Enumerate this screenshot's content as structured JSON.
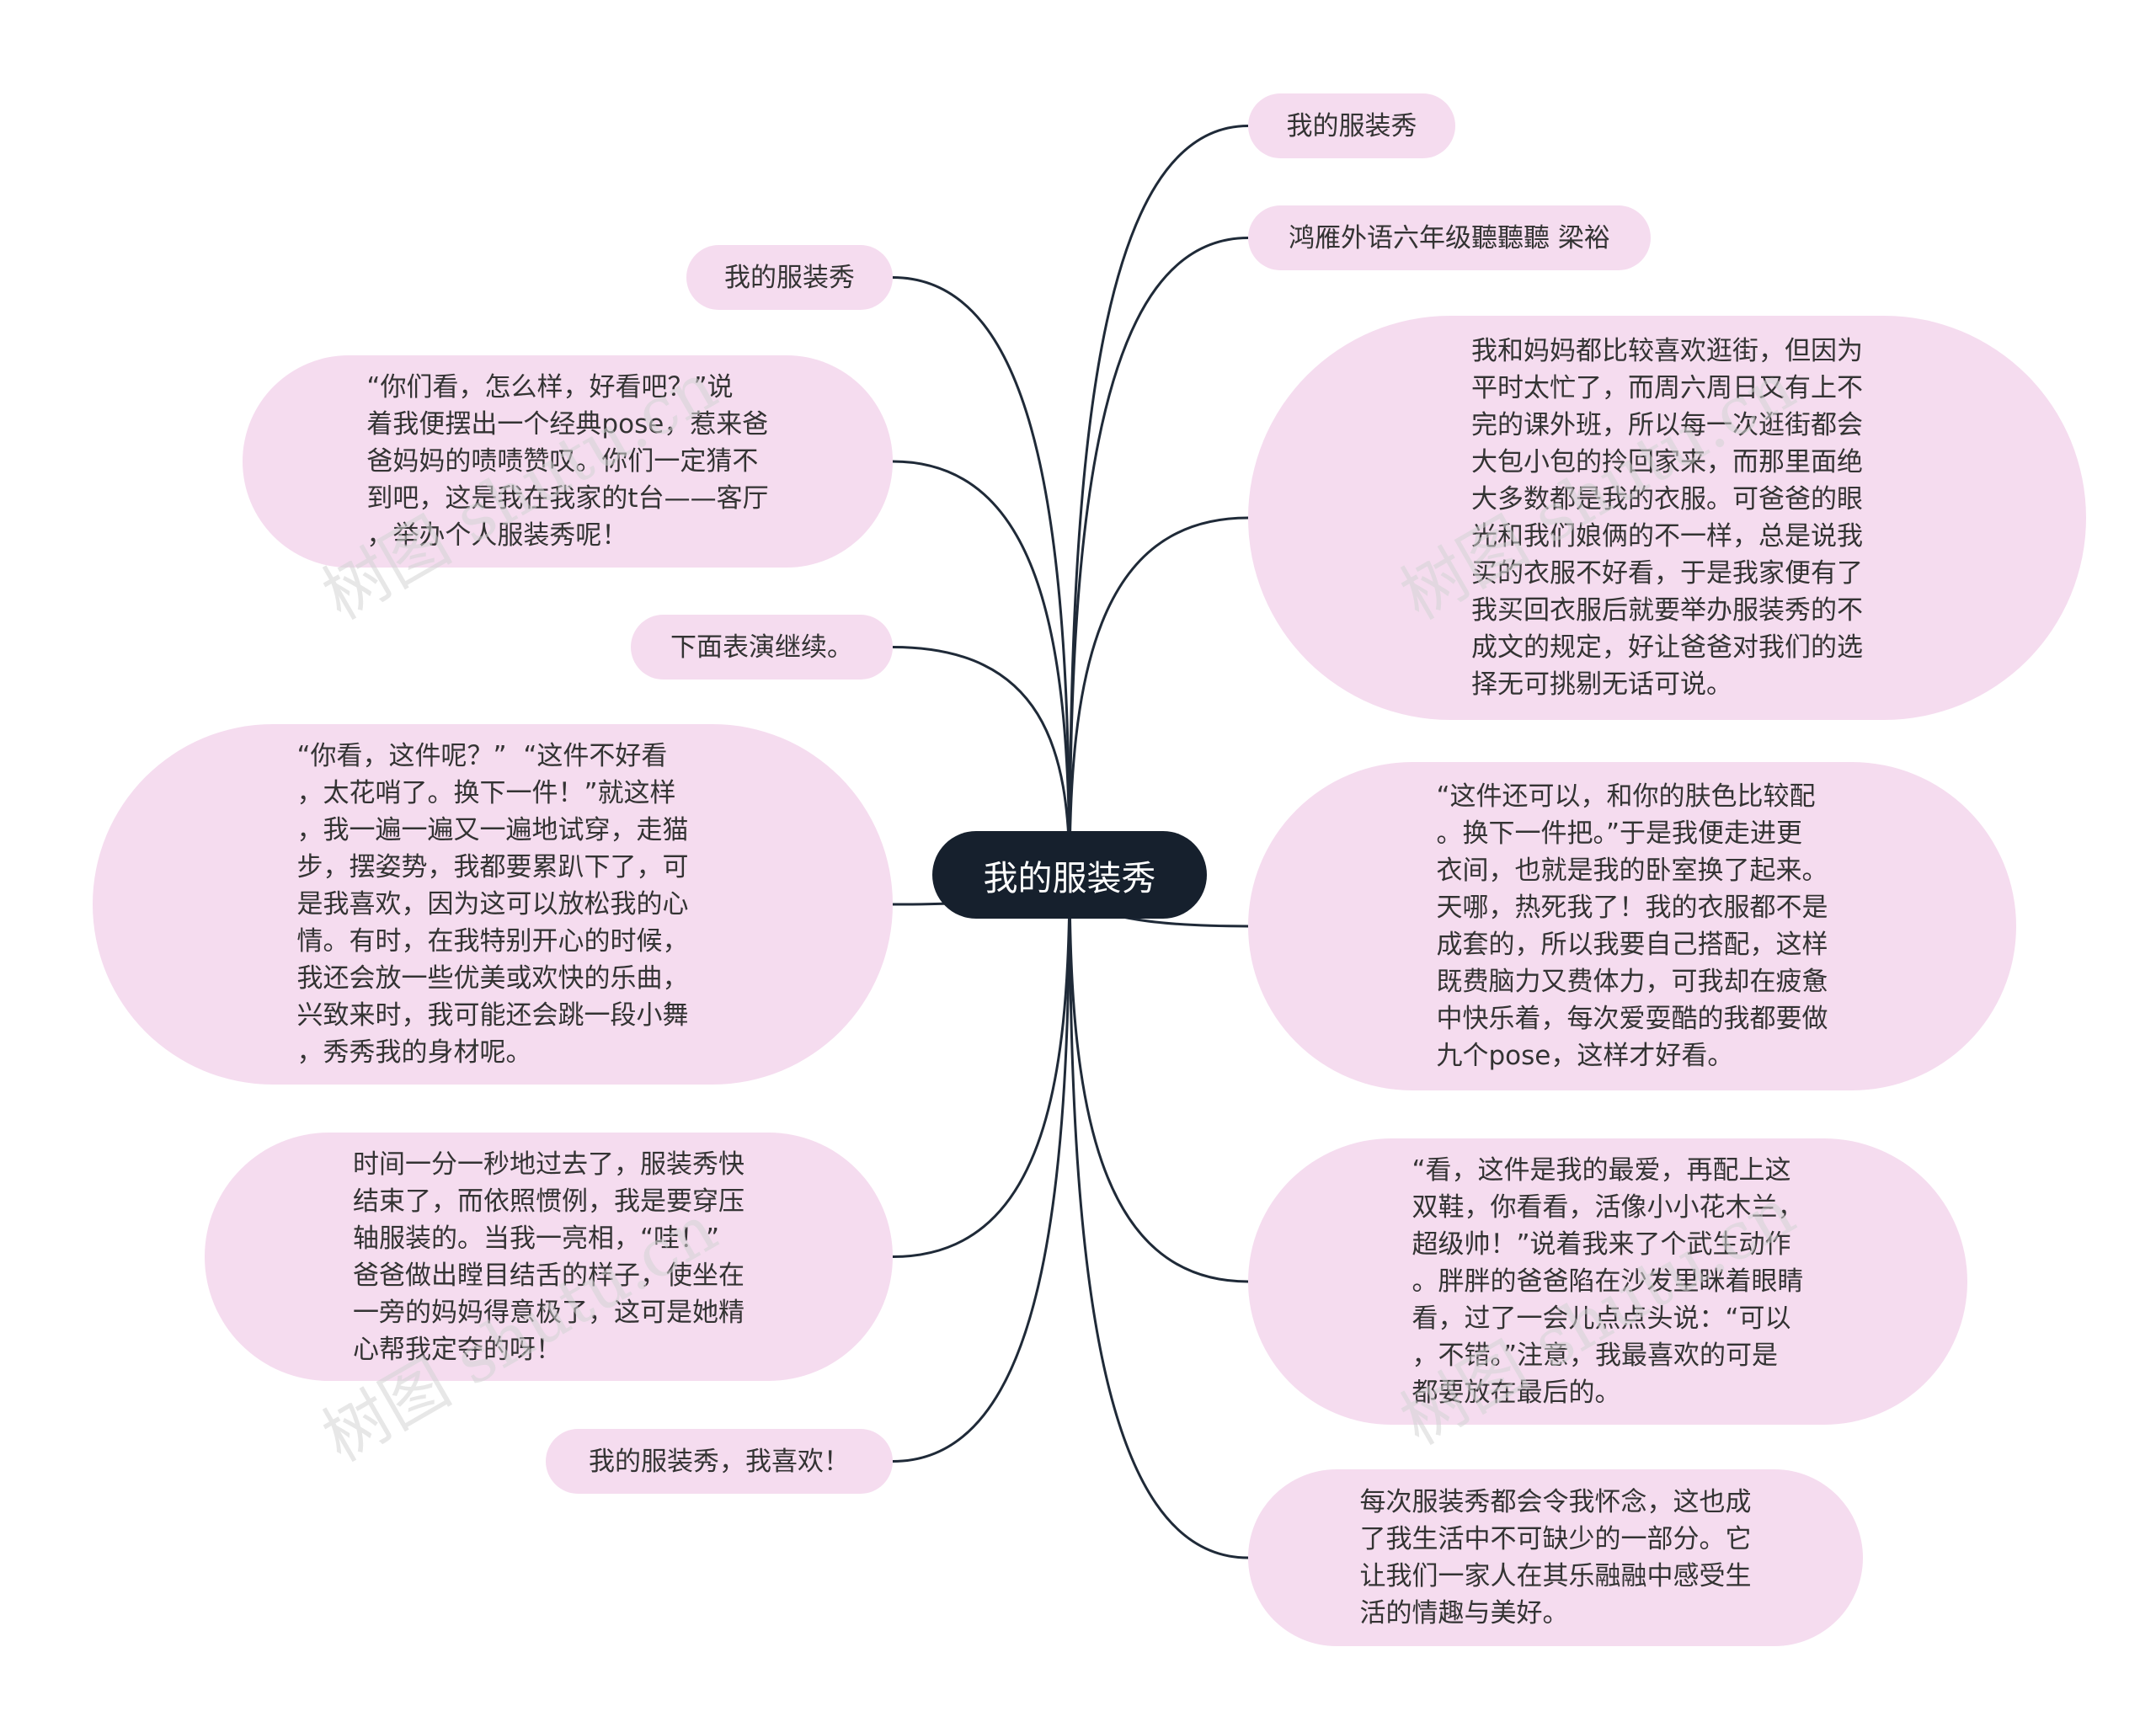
{
  "center": {
    "label": "我的服装秀"
  },
  "branches": {
    "r1": "我的服装秀",
    "r2": "鸿雁外语六年级聽聽聽 梁裕",
    "r3": "我和妈妈都比较喜欢逛街，但因为\n平时太忙了，而周六周日又有上不\n完的课外班，所以每一次逛街都会\n大包小包的拎回家来，而那里面绝\n大多数都是我的衣服。可爸爸的眼\n光和我们娘俩的不一样，总是说我\n买的衣服不好看，于是我家便有了\n我买回衣服后就要举办服装秀的不\n成文的规定，好让爸爸对我们的选\n择无可挑剔无话可说。",
    "r4": "“这件还可以，和你的肤色比较配\n。换下一件把。”于是我便走进更\n衣间，也就是我的卧室换了起来。\n天哪，热死我了！我的衣服都不是\n成套的，所以我要自己搭配，这样\n既费脑力又费体力，可我却在疲惫\n中快乐着，每次爱耍酷的我都要做\n九个pose，这样才好看。",
    "r5": "“看，这件是我的最爱，再配上这\n双鞋，你看看，活像小小花木兰，\n超级帅！”说着我来了个武生动作\n。胖胖的爸爸陷在沙发里眯着眼睛\n看，过了一会儿点点头说：“可以\n，不错。”注意，我最喜欢的可是\n都要放在最后的。",
    "r6": "每次服装秀都会令我怀念，这也成\n了我生活中不可缺少的一部分。它\n让我们一家人在其乐融融中感受生\n活的情趣与美好。",
    "l1": "我的服装秀",
    "l2": "“你们看，怎么样，好看吧？”说\n着我便摆出一个经典pose，惹来爸\n爸妈妈的啧啧赞叹。你们一定猜不\n到吧，这是我在我家的t台——客厅\n，举办个人服装秀呢！",
    "l3": "下面表演继续。",
    "l4": "“你看，这件呢？”  “这件不好看\n，太花哨了。换下一件！”就这样\n，我一遍一遍又一遍地试穿，走猫\n步，摆姿势，我都要累趴下了，可\n是我喜欢，因为这可以放松我的心\n情。有时，在我特别开心的时候，\n我还会放一些优美或欢快的乐曲，\n兴致来时，我可能还会跳一段小舞\n，秀秀我的身材呢。",
    "l5": "时间一分一秒地过去了，服装秀快\n结束了，而依照惯例，我是要穿压\n轴服装的。当我一亮相，“哇！”\n爸爸做出瞠目结舌的样子，使坐在\n一旁的妈妈得意极了，这可是她精\n心帮我定夺的呀！",
    "l6": "我的服装秀，我喜欢！"
  },
  "watermark": "树图 shutu.cn",
  "colors": {
    "node_fill": "#f5dcef",
    "center_fill": "#16202d",
    "edge": "#1f2a38",
    "text": "#333333"
  }
}
